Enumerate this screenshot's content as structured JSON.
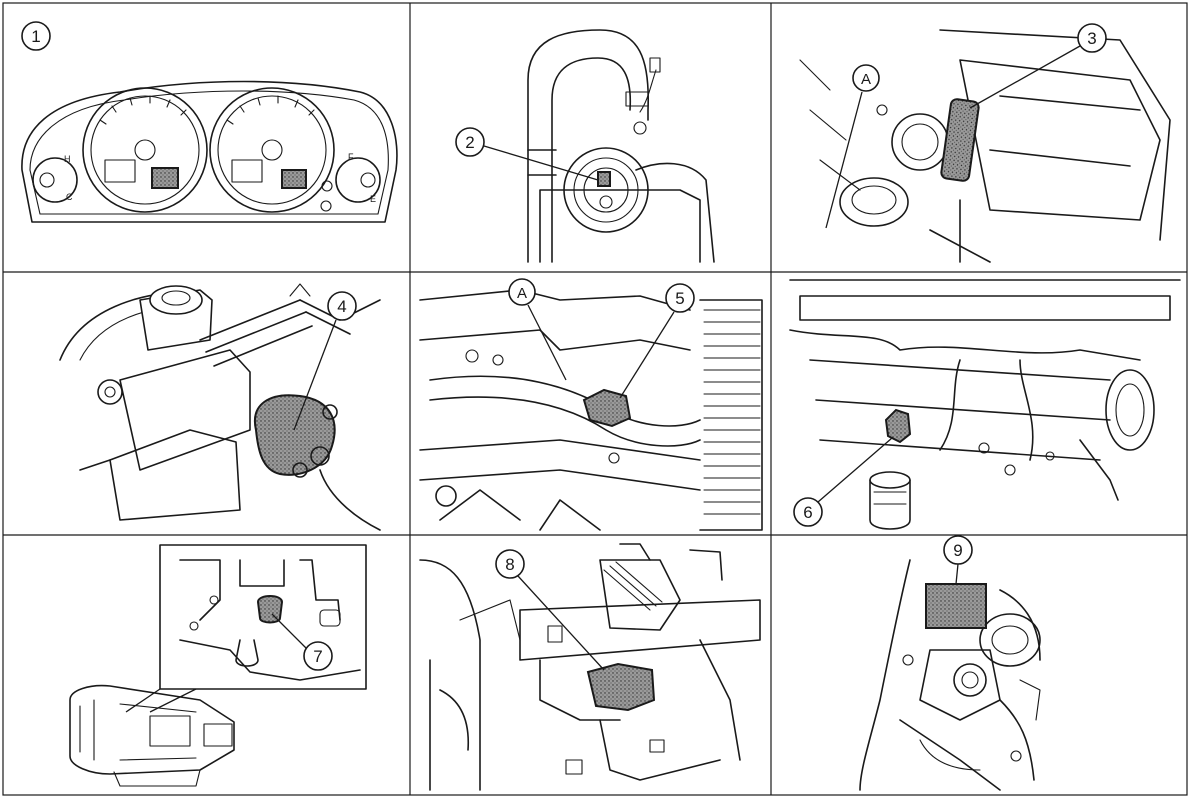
{
  "callouts": {
    "c1": "1",
    "c2": "2",
    "c3": "3",
    "c4": "4",
    "c5": "5",
    "c6": "6",
    "c7": "7",
    "c8": "8",
    "c9": "9",
    "a1": "A",
    "a2": "A"
  },
  "gauges": {
    "left_top": "H",
    "left_bottom": "C",
    "right_top": "F",
    "right_bottom": "E"
  },
  "colors": {
    "ink": "#1a1a1a",
    "stipple": "#8a8a8a",
    "paper": "#ffffff"
  }
}
